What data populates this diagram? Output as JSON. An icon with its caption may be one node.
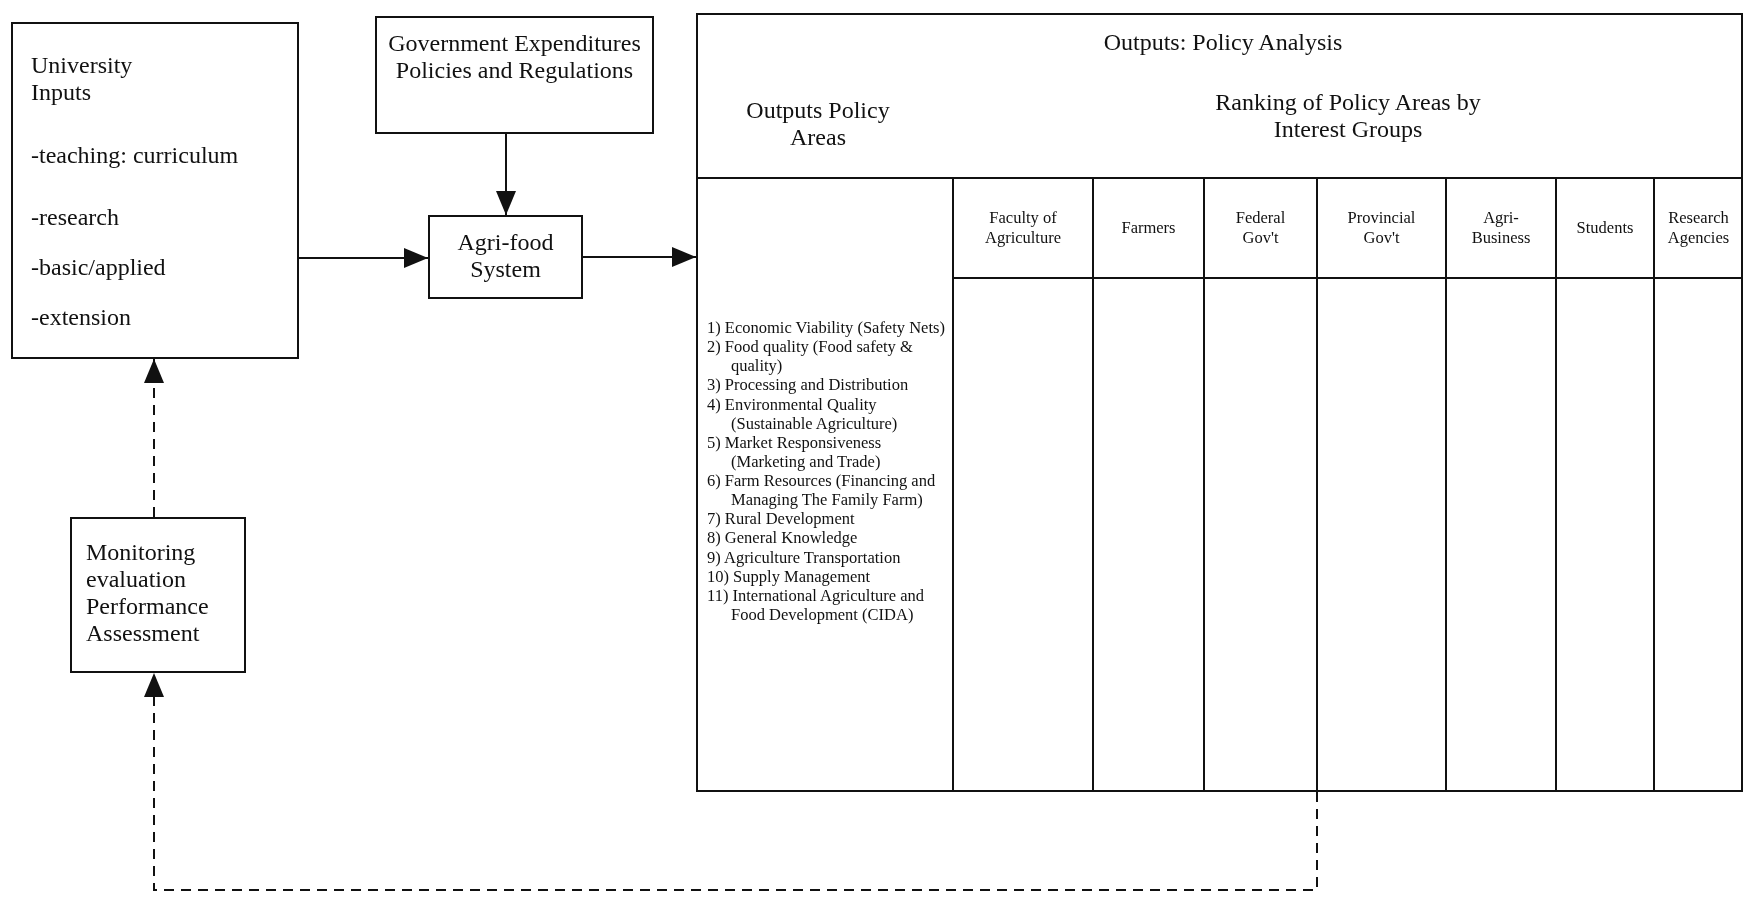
{
  "diagram": {
    "nodes": [
      {
        "text": [
          "University Inputs",
          "-teaching: curriculum",
          "-research",
          "-basic/applied",
          "-extension"
        ]
      },
      {
        "text": [
          "Government Expenditures Policies and Regulations"
        ]
      },
      {
        "text": [
          "Agri-food System"
        ]
      },
      {
        "text": [
          "Outputs: Policy Analysis",
          "Outputs Policy Areas",
          "Ranking of Policy Areas by Interest Groups"
        ]
      },
      {
        "text": [
          "Monitoring evaluation Performance Assessment"
        ]
      }
    ],
    "edges": [
      {
        "from": 0,
        "to": 2,
        "arrow": "to"
      },
      {
        "from": 1,
        "to": 2,
        "arrow": "to"
      },
      {
        "from": 2,
        "to": 3,
        "arrow": "to"
      },
      {
        "from": 3,
        "to": 4,
        "arrow": "to",
        "style": "dashed"
      },
      {
        "from": 4,
        "to": 0,
        "arrow": "to",
        "style": "dashed"
      }
    ],
    "labels": [
      "Faculty of Agriculture",
      "Farmers",
      "Federal Gov't",
      "Provincial Gov't",
      "Agri-Business",
      "Students",
      "Research Agencies",
      "1) Economic Viability (Safety Nets)",
      "2) Food quality (Food safety & quality)",
      "3) Processing and Distribution",
      "4) Environmental Quality (Sustainable Agriculture)",
      "5) Market Responsiveness (Marketing and Trade)",
      "6) Farm Resources (Financing and Managing The Family Farm)",
      "7) Rural Development",
      "8) General Knowledge",
      "9) Agriculture Transportation",
      "10) Supply Management",
      "11) International Agriculture and Food Development (CIDA)"
    ]
  }
}
